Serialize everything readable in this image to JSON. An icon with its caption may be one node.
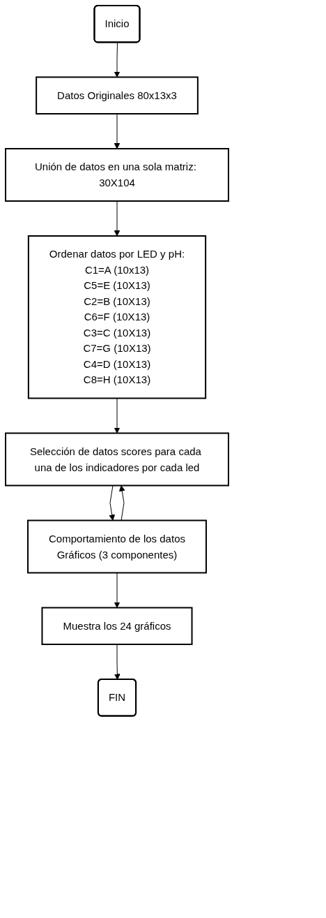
{
  "diagram": {
    "nodes": [
      {
        "text": [
          "Inicio"
        ]
      },
      {
        "text": [
          "Datos Originales 80x13x3"
        ]
      },
      {
        "text": [
          "Unión de datos en una sola matriz: 30X104"
        ]
      },
      {
        "text": [
          "Ordenar datos por LED y pH:",
          "C1=A (10x13)",
          "C5=E (10X13)",
          "C2=B (10X13)",
          "C6=F (10X13)",
          "C3=C (10X13)",
          "C7=G (10X13)",
          "C4=D (10X13)",
          "C8=H (10X13)"
        ]
      },
      {
        "text": [
          "Selección de datos scores para cada una de los indicadores por cada led"
        ]
      },
      {
        "text": [
          "Comportamiento de los datos",
          "Gráficos (3 componentes)"
        ]
      },
      {
        "text": [
          "Muestra los 24 gráficos"
        ]
      },
      {
        "text": [
          "FIN"
        ]
      }
    ],
    "edges": [
      {
        "from": 0,
        "to": 1,
        "arrow": "to"
      },
      {
        "from": 1,
        "to": 2,
        "arrow": "to"
      },
      {
        "from": 2,
        "to": 3,
        "arrow": "to"
      },
      {
        "from": 3,
        "to": 4,
        "arrow": "to"
      },
      {
        "from": 4,
        "to": 5,
        "arrow": "to"
      },
      {
        "from": 5,
        "to": 6,
        "arrow": "to"
      },
      {
        "from": 5,
        "to": 4,
        "arrow": "to"
      },
      {
        "from": 6,
        "to": 7,
        "arrow": "to"
      }
    ]
  }
}
